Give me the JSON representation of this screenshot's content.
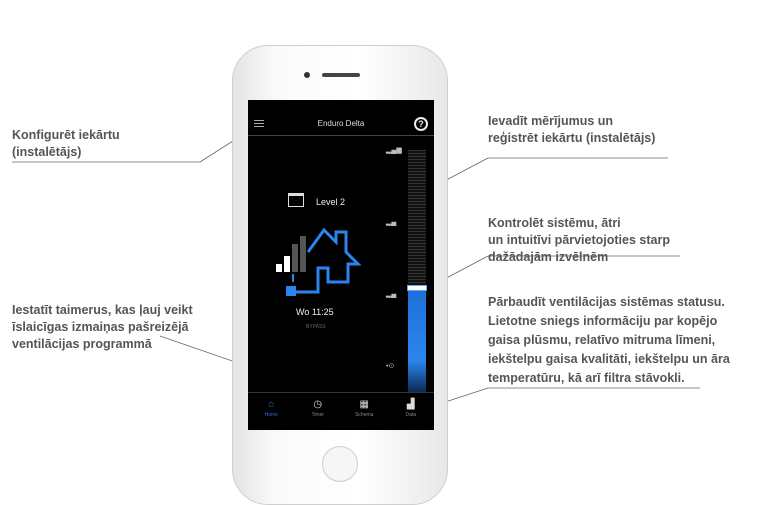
{
  "annotations": {
    "configure": [
      "Konfigurēt iekārtu",
      "(instalētājs)"
    ],
    "measure": [
      "Ievadīt mērījumus un",
      "reģistrēt iekārtu (instalētājs)"
    ],
    "control": [
      "Kontrolēt sistēmu, ātri",
      "un intuitīvi pārvietojoties starp",
      "dažādajām izvēlnēm"
    ],
    "timers": [
      "Iestatīt taimerus, kas ļauj veikt",
      "īslaicīgas izmaiņas pašreizējā",
      "ventilācijas programmā"
    ],
    "status": [
      "Pārbaudīt ventilācijas sistēmas statusu.",
      "Lietotne sniegs informāciju par kopējo",
      "gaisa plūsmu, relatīvo mitruma līmeni,",
      "iekštelpu gaisa kvalitāti, iekštelpu un āra",
      "temperatūru, kā arī filtra stāvokli."
    ]
  },
  "app": {
    "title": "Enduro Delta",
    "help_icon": "?",
    "level": "Level 2",
    "time": "Wo 11:25",
    "bypass": "BYPASS",
    "fan_level_fraction": 0.43,
    "accent": "#2a86ee",
    "tabs": [
      {
        "label": "Home",
        "icon": "⌂"
      },
      {
        "label": "Timer",
        "icon": "◷"
      },
      {
        "label": "Schema",
        "icon": "▦"
      },
      {
        "label": "Data",
        "icon": "▟"
      }
    ]
  }
}
